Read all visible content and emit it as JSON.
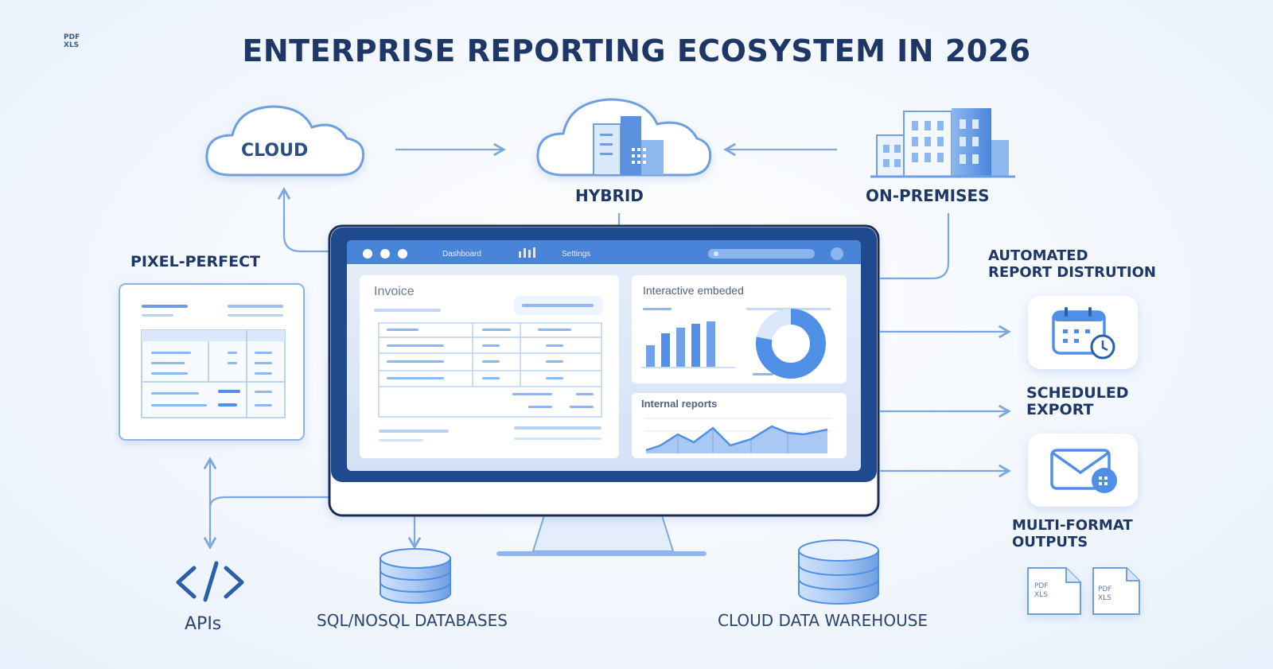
{
  "title": "ENTERPRISE REPORTING ECOSYSTEM IN 2026",
  "corner_tag": {
    "line1": "PDF",
    "line2": "XLS"
  },
  "deployment": {
    "cloud": "CLOUD",
    "hybrid": "HYBRID",
    "on_premises": "ON-PREMISES"
  },
  "pixel_perfect": "PIXEL-PERFECT",
  "monitor": {
    "nav": {
      "dashboard": "Dashboard",
      "settings": "Settings"
    },
    "invoice_title": "Invoice",
    "interactive_title": "Interactive embeded",
    "internal_title": "Internal reports",
    "bar_values": [
      0.45,
      0.7,
      0.82,
      0.9,
      0.95
    ],
    "donut_fraction": 0.78
  },
  "right": {
    "automated_line1": "AUTOMATED",
    "automated_line2": "REPORT DISTRUTION",
    "scheduled_line1": "SCHEDULED",
    "scheduled_line2": "EXPORT",
    "multi_line1": "MULTI-FORMAT",
    "multi_line2": "OUTPUTS",
    "doc1": {
      "line1": "PDF",
      "line2": "XLS"
    },
    "doc2": {
      "line1": "PDF",
      "line2": "XLS"
    }
  },
  "bottom": {
    "apis": "APIs",
    "databases": "SQL/NOSQL DATABASES",
    "warehouse": "CLOUD DATA WAREHOUSE"
  },
  "icons": {
    "cloud": "cloud-icon",
    "hybrid": "hybrid-cloud-building-icon",
    "on_premises": "office-building-icon",
    "calendar": "calendar-clock-icon",
    "mail": "envelope-icon",
    "code": "code-brackets-icon",
    "database": "database-icon",
    "warehouse": "warehouse-database-icon"
  },
  "colors": {
    "title": "#1e3766",
    "accent": "#4f8fe6",
    "accent_light": "#bcd6f7",
    "line": "#7ea7df",
    "monitor_frame": "#1f4a8e"
  }
}
